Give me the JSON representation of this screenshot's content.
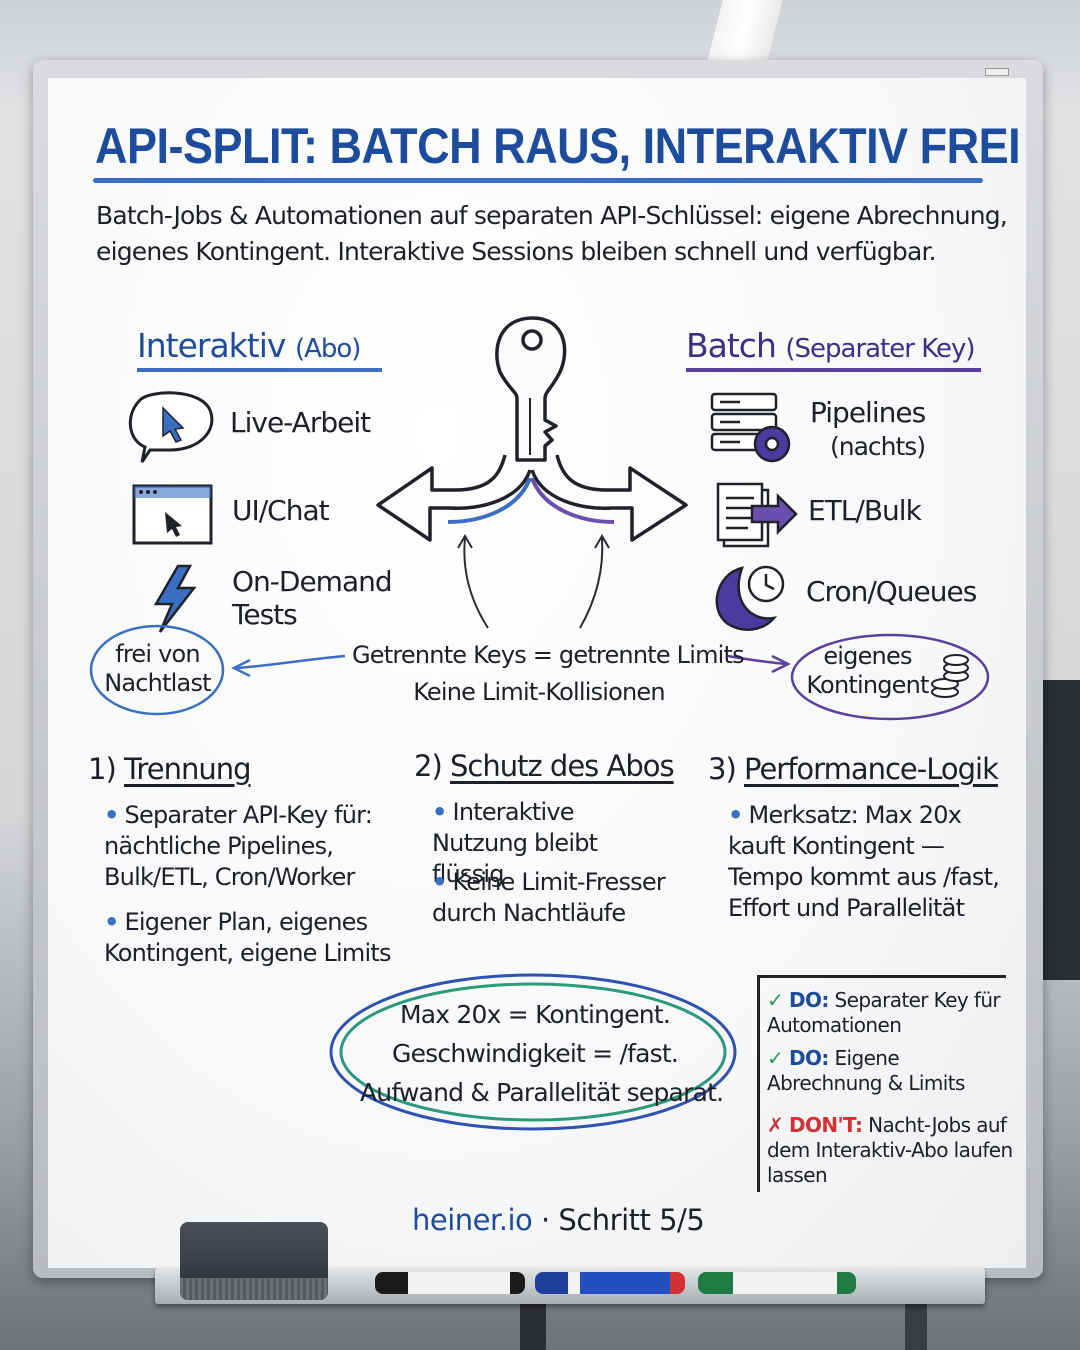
{
  "title": "API-SPLIT: BATCH RAUS, INTERAKTIV FREI",
  "intro": "Batch-Jobs & Automationen auf separaten API-Schlüssel: eigene Abrechnung, eigenes Kontingent. Interaktive Sessions bleiben schnell und verfügbar.",
  "left_column": {
    "heading": "Interaktiv",
    "heading_paren": "(Abo)",
    "items": [
      {
        "label": "Live-Arbeit",
        "icon": "chat-cursor-icon"
      },
      {
        "label": "UI/Chat",
        "icon": "browser-window-icon"
      },
      {
        "label_line1": "On-Demand",
        "label_line2": "Tests",
        "icon": "lightning-icon"
      }
    ],
    "note_line1": "frei von",
    "note_line2": "Nachtlast"
  },
  "right_column": {
    "heading": "Batch",
    "heading_paren": "(Separater Key)",
    "items": [
      {
        "label_line1": "Pipelines",
        "label_line2": "(nachts)",
        "icon": "server-gear-icon"
      },
      {
        "label": "ETL/Bulk",
        "icon": "documents-arrow-icon"
      },
      {
        "label": "Cron/Queues",
        "icon": "moon-clock-icon"
      }
    ],
    "note_line1": "eigenes",
    "note_line2": "Kontingent"
  },
  "center": {
    "line1": "Getrennte Keys = getrennte Limits",
    "line2": "Keine Limit-Kollisionen"
  },
  "sections": [
    {
      "number": "1)",
      "heading": "Trennung",
      "bullets": [
        "Separater API-Key für: nächtliche Pipelines, Bulk/ETL, Cron/Worker",
        "Eigener Plan, eigenes Kontingent, eigene Limits"
      ]
    },
    {
      "number": "2)",
      "heading": "Schutz des Abos",
      "bullets": [
        "Interaktive Nutzung bleibt flüssig",
        "Keine Limit-Fresser durch Nachtläufe"
      ]
    },
    {
      "number": "3)",
      "heading": "Performance-Logik",
      "bullets": [
        "Merksatz: Max 20x kauft Kontingent — Tempo kommt aus /fast, Effort und Parallelität"
      ]
    }
  ],
  "oval": {
    "line1": "Max 20x = Kontingent.",
    "line2": "Geschwindigkeit = /fast.",
    "line3": "Aufwand & Parallelität separat."
  },
  "do_dont": [
    {
      "mark": "✓",
      "tag": "DO:",
      "text": "Separater Key für Automationen"
    },
    {
      "mark": "✓",
      "tag": "DO:",
      "text": "Eigene Abrechnung & Limits"
    },
    {
      "mark": "✗",
      "tag": "DON'T:",
      "text": "Nacht-Jobs auf dem Interaktiv-Abo laufen lassen"
    }
  ],
  "footer": {
    "brand": "heiner.io",
    "step": " · Schritt 5/5"
  },
  "colors": {
    "blue": "#1e4c9c",
    "purple": "#3e2e86",
    "green": "#2a9a5a",
    "red": "#d23232"
  }
}
